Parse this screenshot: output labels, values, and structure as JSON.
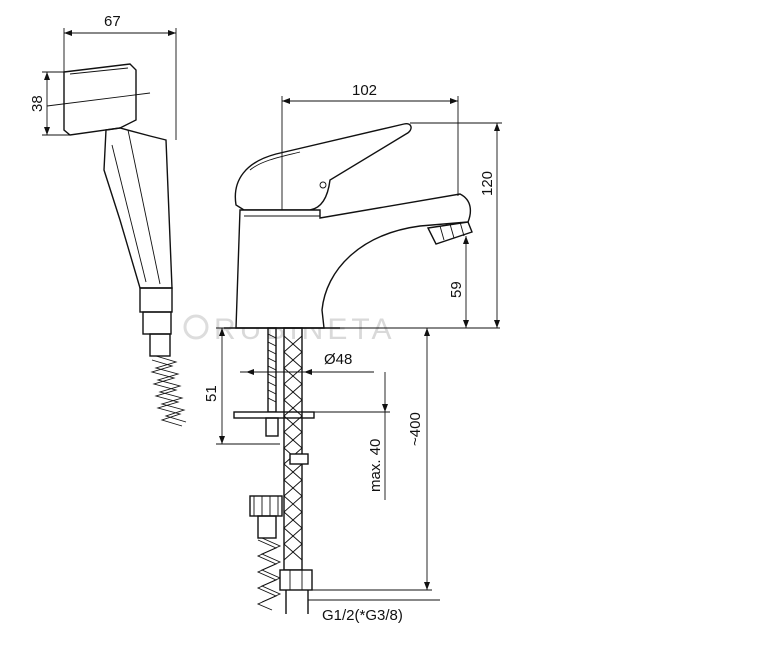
{
  "drawing": {
    "dimensions": {
      "spray_width": "67",
      "spray_height": "38",
      "faucet_depth": "102",
      "faucet_height": "120",
      "spout_height": "59",
      "base_diameter": "Ø48",
      "shank_length": "51",
      "max_thickness": "max. 40",
      "hose_length": "~400",
      "thread": "G1/2(*G3/8)"
    },
    "watermark": "RUBINETA"
  }
}
